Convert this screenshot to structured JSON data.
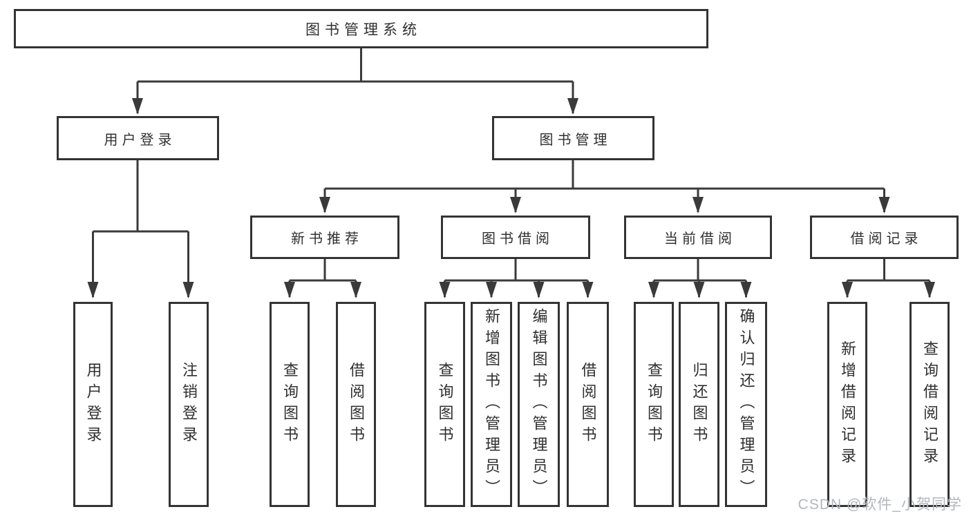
{
  "nodes": {
    "root": "图书管理系统",
    "user_login": "用户登录",
    "book_mgmt": "图书管理",
    "new_book_rec": "新书推荐",
    "book_borrow": "图书借阅",
    "current_borrow": "当前借阅",
    "borrow_records": "借阅记录",
    "ul_login": "用户登录",
    "ul_logout": "注销登录",
    "nb_query": "查询图书",
    "nb_borrow": "借阅图书",
    "bb_query": "查询图书",
    "bb_add": "新增图书（管理员）",
    "bb_edit": "编辑图书（管理员）",
    "bb_borrow": "借阅图书",
    "cb_query": "查询图书",
    "cb_return": "归还图书",
    "cb_confirm": "确认归还（管理员）",
    "br_add": "新增借阅记录",
    "br_query": "查询借阅记录"
  },
  "watermark": "CSDN @软件_小贺同学",
  "colors": {
    "line": "#3a3a3a",
    "box_border": "#333333",
    "text": "#2f2f2f",
    "watermark": "#b2b6be",
    "background": "#ffffff"
  }
}
